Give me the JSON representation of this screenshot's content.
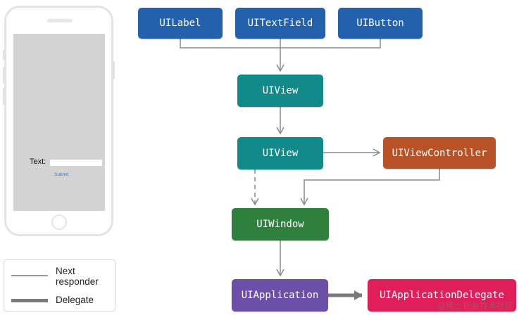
{
  "phone": {
    "text_label": "Text:",
    "text_field_value": "",
    "submit_label": "Submit"
  },
  "nodes": {
    "uilabel": "UILabel",
    "uitextfield": "UITextField",
    "uibutton": "UIButton",
    "uiview_1": "UIView",
    "uiview_2": "UIView",
    "uiviewcontroller": "UIViewController",
    "uiwindow": "UIWindow",
    "uiapplication": "UIApplication",
    "uiapplicationdelegate": "UIApplicationDelegate"
  },
  "colors": {
    "control_blue": "#2361ad",
    "view_teal": "#138a8a",
    "controller_orange": "#b85227",
    "window_green": "#2f7f3d",
    "application_purple": "#6b4fa8",
    "delegate_pink": "#e01e5a",
    "arrow_gray": "#8a8a8a"
  },
  "legend": {
    "next_responder_label": "Next responder",
    "delegate_label": "Delegate"
  },
  "watermark": "@稀土掘金技术社区"
}
